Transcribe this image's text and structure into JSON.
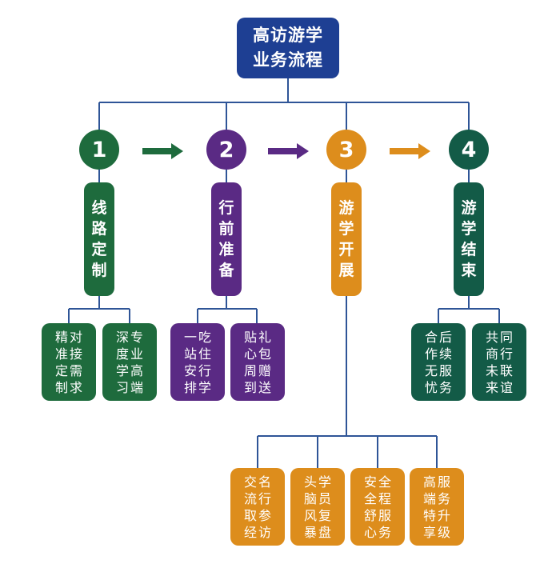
{
  "title": {
    "line1": "高访游学",
    "line2": "业务流程"
  },
  "steps": [
    {
      "number": "1",
      "color": "#1e6b3d",
      "phase": [
        "线",
        "路",
        "定",
        "制"
      ],
      "cards": [
        {
          "col1": [
            "精",
            "准",
            "定",
            "制"
          ],
          "col2": [
            "对",
            "接",
            "需",
            "求"
          ]
        },
        {
          "col1": [
            "深",
            "度",
            "学",
            "习"
          ],
          "col2": [
            "专",
            "业",
            "高",
            "端"
          ]
        }
      ]
    },
    {
      "number": "2",
      "color": "#5a2a84",
      "phase": [
        "行",
        "前",
        "准",
        "备"
      ],
      "cards": [
        {
          "col1": [
            "一",
            "站",
            "安",
            "排"
          ],
          "col2": [
            "吃",
            "住",
            "行",
            "学"
          ]
        },
        {
          "col1": [
            "贴",
            "心",
            "周",
            "到"
          ],
          "col2": [
            "礼",
            "包",
            "赠",
            "送"
          ]
        }
      ]
    },
    {
      "number": "3",
      "color": "#dd8d1c",
      "phase": [
        "游",
        "学",
        "开",
        "展"
      ],
      "cards": [
        {
          "col1": [
            "交",
            "流",
            "取",
            "经"
          ],
          "col2": [
            "名",
            "行",
            "参",
            "访"
          ]
        },
        {
          "col1": [
            "头",
            "脑",
            "风",
            "暴"
          ],
          "col2": [
            "学",
            "员",
            "复",
            "盘"
          ]
        },
        {
          "col1": [
            "安",
            "全",
            "舒",
            "心"
          ],
          "col2": [
            "全",
            "程",
            "服",
            "务"
          ]
        },
        {
          "col1": [
            "高",
            "端",
            "特",
            "享"
          ],
          "col2": [
            "服",
            "务",
            "升",
            "级"
          ]
        }
      ]
    },
    {
      "number": "4",
      "color": "#135b47",
      "phase": [
        "游",
        "学",
        "结",
        "束"
      ],
      "cards": [
        {
          "col1": [
            "合",
            "作",
            "无",
            "忧"
          ],
          "col2": [
            "后",
            "续",
            "服",
            "务"
          ]
        },
        {
          "col1": [
            "共",
            "商",
            "未",
            "来"
          ],
          "col2": [
            "同",
            "行",
            "联",
            "谊"
          ]
        }
      ]
    }
  ],
  "line_color": "#2f5597"
}
